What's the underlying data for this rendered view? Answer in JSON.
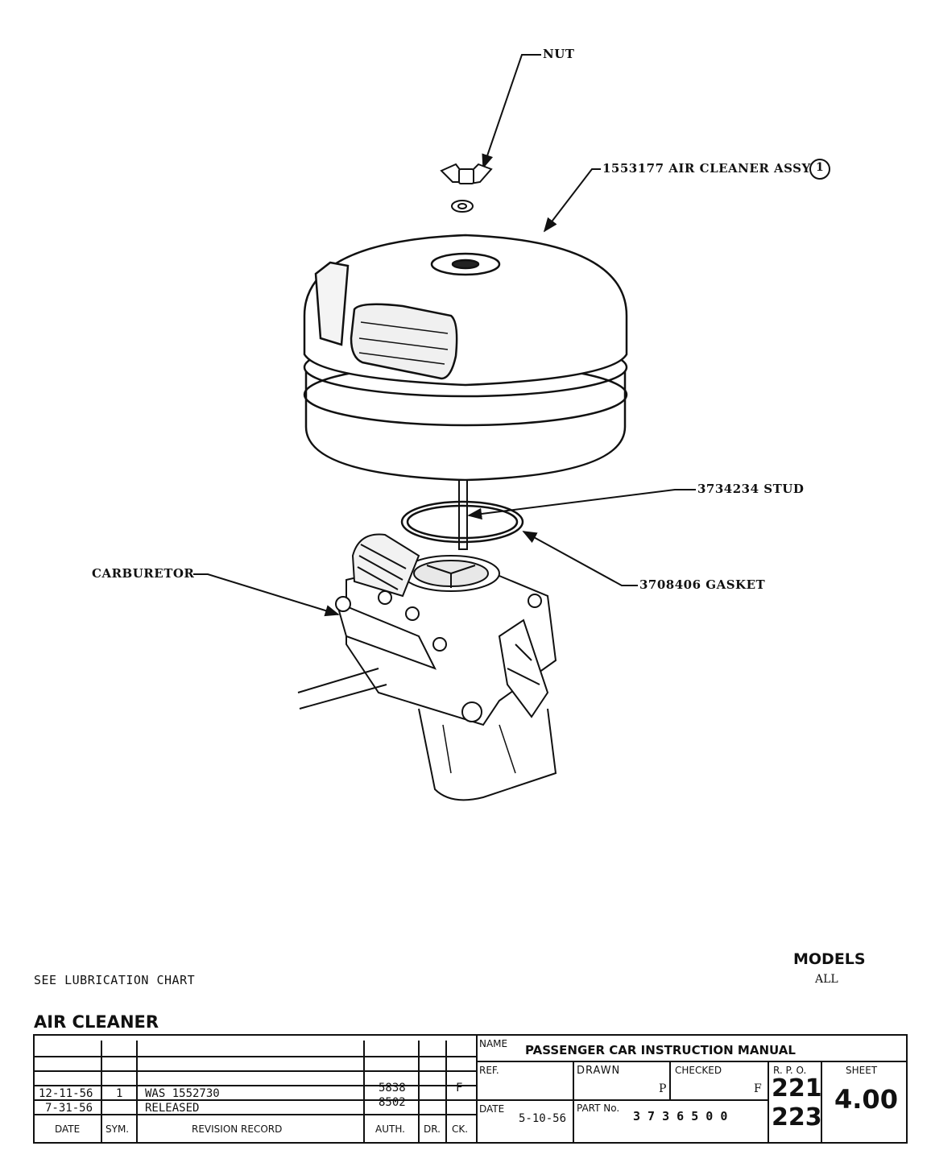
{
  "callouts": {
    "nut": "NUT",
    "air_cleaner": "1553177 AIR CLEANER ASSY",
    "air_cleaner_note": "1",
    "stud": "3734234 STUD",
    "gasket": "3708406 GASKET",
    "carburetor": "CARBURETOR"
  },
  "note": "SEE LUBRICATION CHART",
  "models": {
    "label": "MODELS",
    "value": "ALL"
  },
  "heading": "AIR CLEANER",
  "title_block": {
    "name_label": "NAME",
    "name_value": "PASSENGER CAR INSTRUCTION MANUAL",
    "ref_label": "REF.",
    "drawn_label": "DRAWN",
    "drawn_value": "P",
    "checked_label": "CHECKED",
    "checked_value": "F",
    "rpo_label": "R. P. O.",
    "rpo_values": [
      "221",
      "223"
    ],
    "sheet_label": "SHEET",
    "sheet_value": "4.00",
    "date_label": "DATE",
    "date_value": "5-10-56",
    "part_label": "PART No.",
    "part_value": "3 7 3 6 5 0 0"
  },
  "revisions": {
    "headers": {
      "date": "DATE",
      "sym": "SYM.",
      "record": "REVISION RECORD",
      "auth": "AUTH.",
      "dr": "DR.",
      "ck": "CK."
    },
    "rows": [
      {
        "date": "12-11-56",
        "sym": "1",
        "record": "WAS 1552730",
        "auth": "5838",
        "dr": "",
        "ck": "F"
      },
      {
        "date": "7-31-56",
        "sym": "",
        "record": "RELEASED",
        "auth": "8502",
        "dr": "",
        "ck": ""
      }
    ]
  }
}
